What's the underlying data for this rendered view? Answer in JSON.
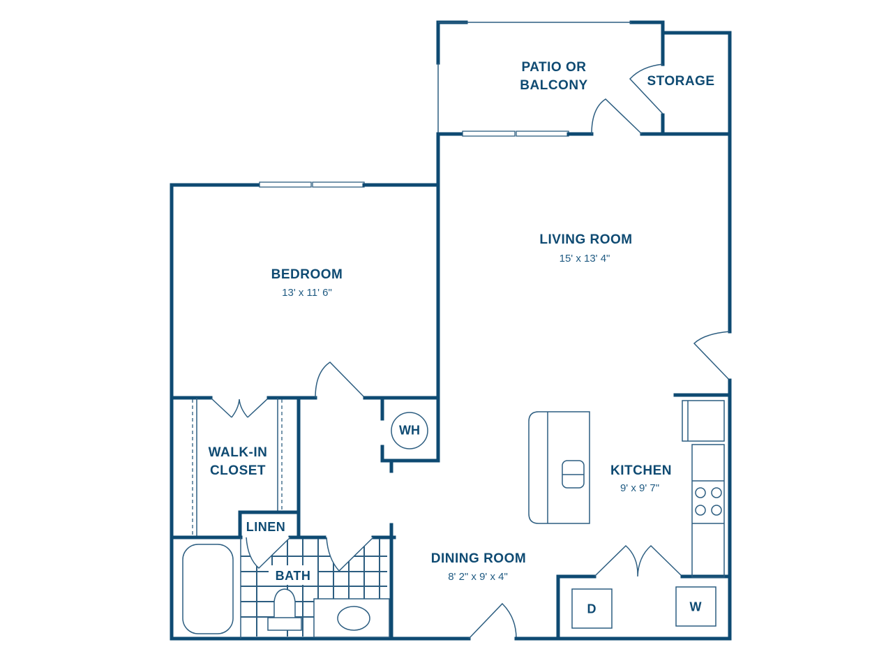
{
  "floorplan": {
    "wall_color": "#0e4a72",
    "rooms": {
      "patio": {
        "line1": "PATIO OR",
        "line2": "BALCONY"
      },
      "storage": {
        "name": "STORAGE"
      },
      "living": {
        "name": "LIVING ROOM",
        "dims": "15' x 13' 4\""
      },
      "bedroom": {
        "name": "BEDROOM",
        "dims": "13' x 11' 6\""
      },
      "closet": {
        "line1": "WALK-IN",
        "line2": "CLOSET"
      },
      "linen": {
        "name": "LINEN"
      },
      "bath": {
        "name": "BATH"
      },
      "kitchen": {
        "name": "KITCHEN",
        "dims": "9' x 9' 7\""
      },
      "dining": {
        "name": "DINING ROOM",
        "dims": "8' 2\" x 9' x 4\""
      }
    },
    "appliances": {
      "water_heater": "WH",
      "dryer": "D",
      "washer": "W"
    }
  }
}
